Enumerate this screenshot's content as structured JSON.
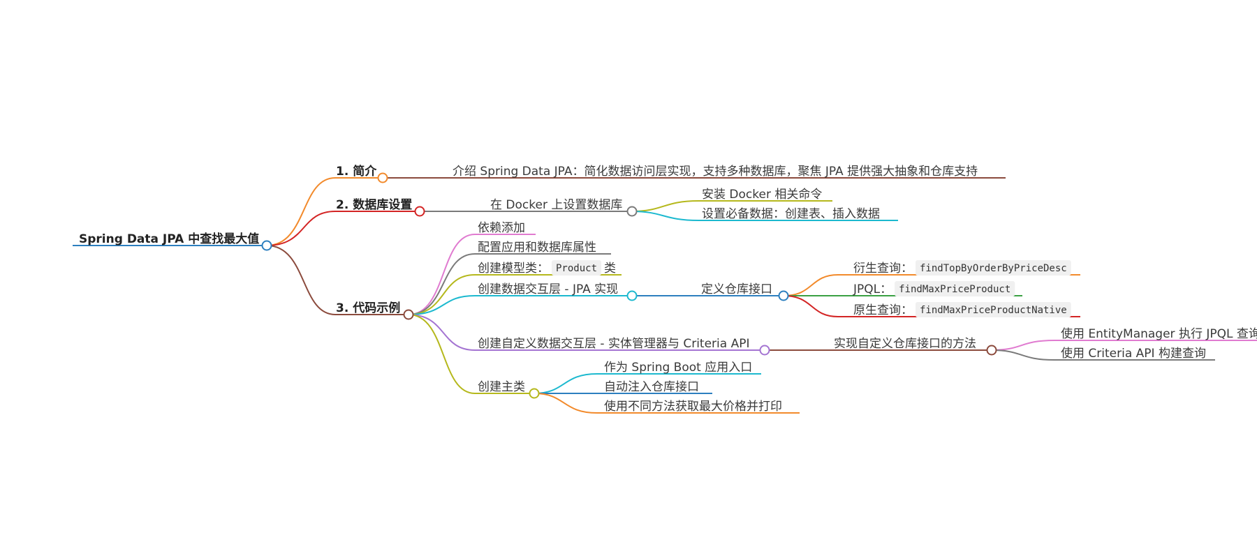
{
  "colors": {
    "orange": "#f28a2b",
    "red": "#d32424",
    "brown": "#8b4a3c",
    "blue": "#2c7fbf",
    "gray": "#7a7a7a",
    "olive": "#b5b81c",
    "cyan": "#1cb9cf",
    "pink": "#e07bd0",
    "purple": "#a474d2",
    "green": "#3aa043"
  },
  "mindmap": {
    "root": "Spring Data JPA 中查找最大值",
    "sections": [
      {
        "title": "1. 简介",
        "items": [
          {
            "text": "介绍 Spring Data JPA：简化数据访问层实现，支持多种数据库，聚焦 JPA 提供强大抽象和仓库支持"
          }
        ]
      },
      {
        "title": "2. 数据库设置",
        "items": [
          {
            "text": "在 Docker 上设置数据库",
            "children": [
              {
                "text": "安装 Docker 相关命令"
              },
              {
                "text": "设置必备数据：创建表、插入数据"
              }
            ]
          }
        ]
      },
      {
        "title": "3. 代码示例",
        "items": [
          {
            "text": "依赖添加"
          },
          {
            "text": "配置应用和数据库属性"
          },
          {
            "text": "创建模型类：",
            "code": "Product",
            "suffix": "类"
          },
          {
            "text": "创建数据交互层 - JPA 实现",
            "children": [
              {
                "text": "定义仓库接口",
                "children": [
                  {
                    "text": "衍生查询：",
                    "code": "findTopByOrderByPriceDesc"
                  },
                  {
                    "text": "JPQL：",
                    "code": "findMaxPriceProduct"
                  },
                  {
                    "text": "原生查询：",
                    "code": "findMaxPriceProductNative"
                  }
                ]
              }
            ]
          },
          {
            "text": "创建自定义数据交互层 - 实体管理器与 Criteria API",
            "children": [
              {
                "text": "实现自定义仓库接口的方法",
                "children": [
                  {
                    "text": "使用 EntityManager 执行 JPQL 查询"
                  },
                  {
                    "text": "使用 Criteria API 构建查询"
                  }
                ]
              }
            ]
          },
          {
            "text": "创建主类",
            "children": [
              {
                "text": "作为 Spring Boot 应用入口"
              },
              {
                "text": "自动注入仓库接口"
              },
              {
                "text": "使用不同方法获取最大价格并打印"
              }
            ]
          }
        ]
      }
    ]
  }
}
